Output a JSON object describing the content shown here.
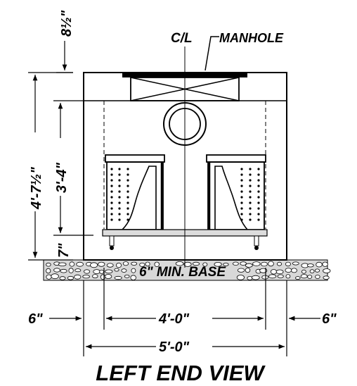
{
  "title": "LEFT END VIEW",
  "labels": {
    "centerline": "C/L",
    "manhole": "MANHOLE",
    "base": "6\" MIN. BASE"
  },
  "dimensions": {
    "top_offset": "8½\"",
    "overall_height": "4'-7½\"",
    "interior_height": "3'-4\"",
    "base_height": "7\"",
    "left_clearance": "6\"",
    "right_clearance": "6\"",
    "inner_width": "4'-0\"",
    "outer_width": "5'-0\""
  },
  "colors": {
    "line": "#000000",
    "gravel": "#d8d8d8",
    "skid": "#dcdcdc"
  }
}
